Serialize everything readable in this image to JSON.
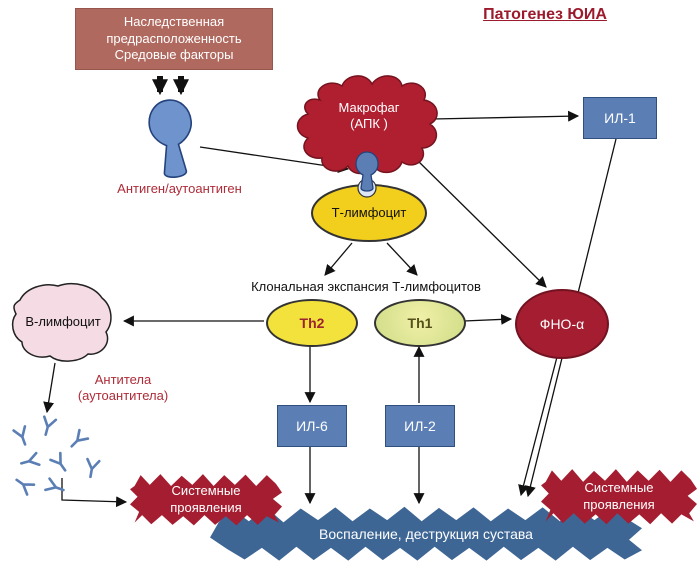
{
  "title": "Патогенез ЮИА",
  "colors": {
    "dark_red": "#9c1a2b",
    "burst_red": "#a51d30",
    "cytokine_blue": "#5b7fb5",
    "banner_blue": "#3e6695",
    "antigen_blue": "#6f93cc",
    "hereditary_brown": "#b0695f",
    "lymphocyte_yellow": "#f2cf1d",
    "b_cell_pink": "#f5dbe3"
  },
  "boxes": {
    "hereditary": {
      "line1": "Наследственная",
      "line2": "предрасположенность",
      "line3": "Средовые факторы"
    }
  },
  "nodes": {
    "antigen_label": "Антиген/аутоантиген",
    "macrophage_line1": "Макрофаг",
    "macrophage_line2": "(АПК )",
    "t_lymphocyte": "Т-лимфоцит",
    "clonal_expansion": "Клональная экспансия Т-лимфоцитов",
    "th2": "Th2",
    "th1": "Th1",
    "b_lymphocyte": "В-лимфоцит",
    "tnf_alpha": "ФНО-α",
    "il1": "ИЛ-1",
    "il6": "ИЛ-6",
    "il2": "ИЛ-2",
    "antibodies_line1": "Антитела",
    "antibodies_line2": "(аутоантитела)",
    "systemic_left_line1": "Системные",
    "systemic_left_line2": "проявления",
    "systemic_right_line1": "Системные",
    "systemic_right_line2": "проявления",
    "inflammation": "Воспаление, деструкция сустава"
  }
}
